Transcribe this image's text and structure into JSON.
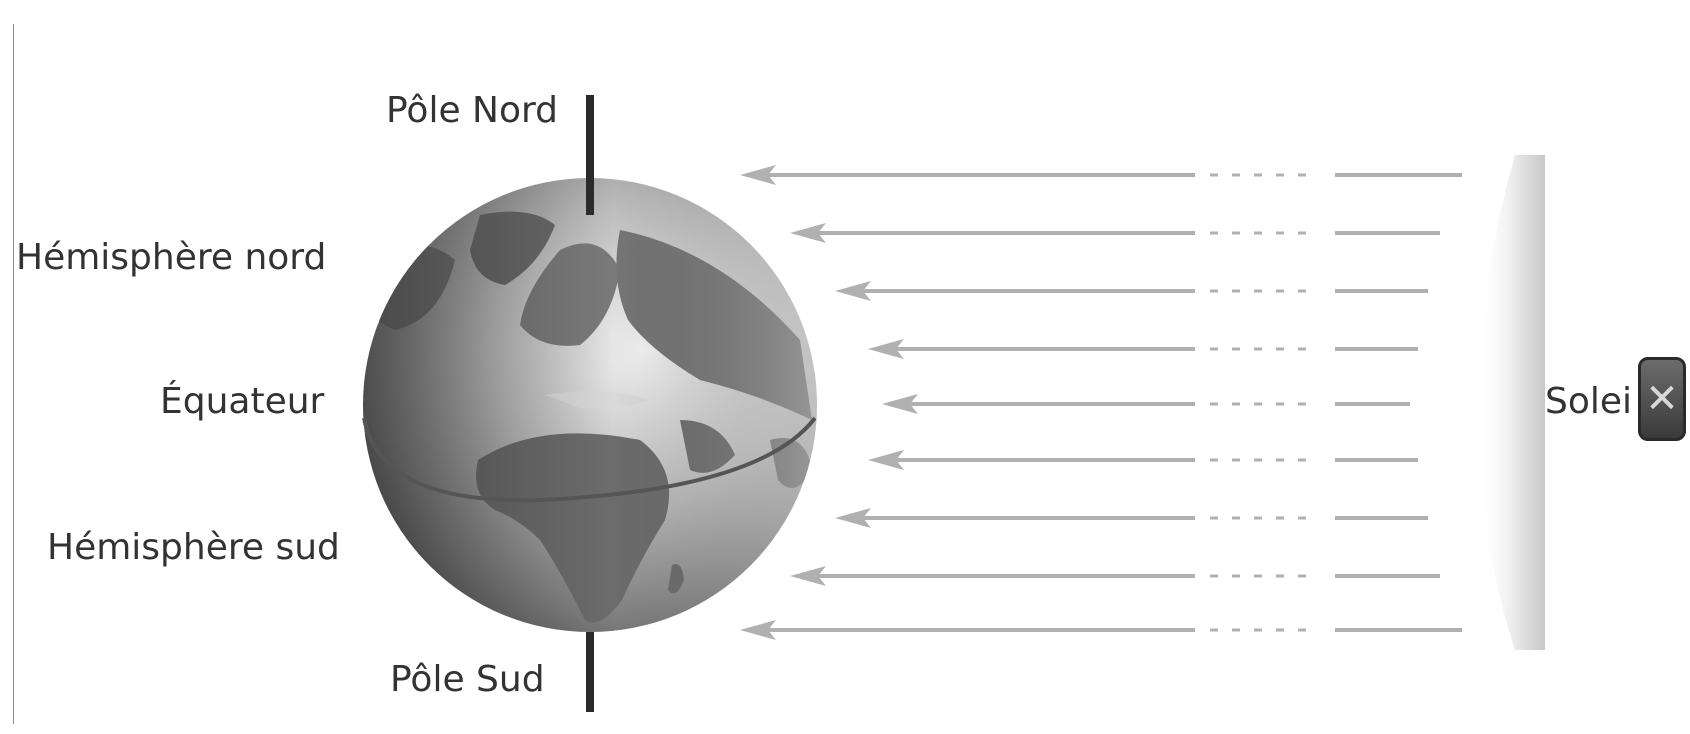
{
  "labels": {
    "north_pole": "Pôle Nord",
    "northern_hemisphere": "Hémisphère nord",
    "equator": "Équateur",
    "southern_hemisphere": "Hémisphère sud",
    "south_pole": "Pôle Sud",
    "sun": "Solei"
  },
  "close_icon_glyph": "✕",
  "colors": {
    "text": "#333333",
    "axis": "#2b2b2b",
    "rays": "#b0b0b0",
    "sun": "#d3d3d3",
    "globe_land": "#6e6e6e",
    "globe_ocean": "#8a8a8a"
  },
  "icons": {
    "close": "close-icon"
  },
  "sun_rays_count": 9
}
